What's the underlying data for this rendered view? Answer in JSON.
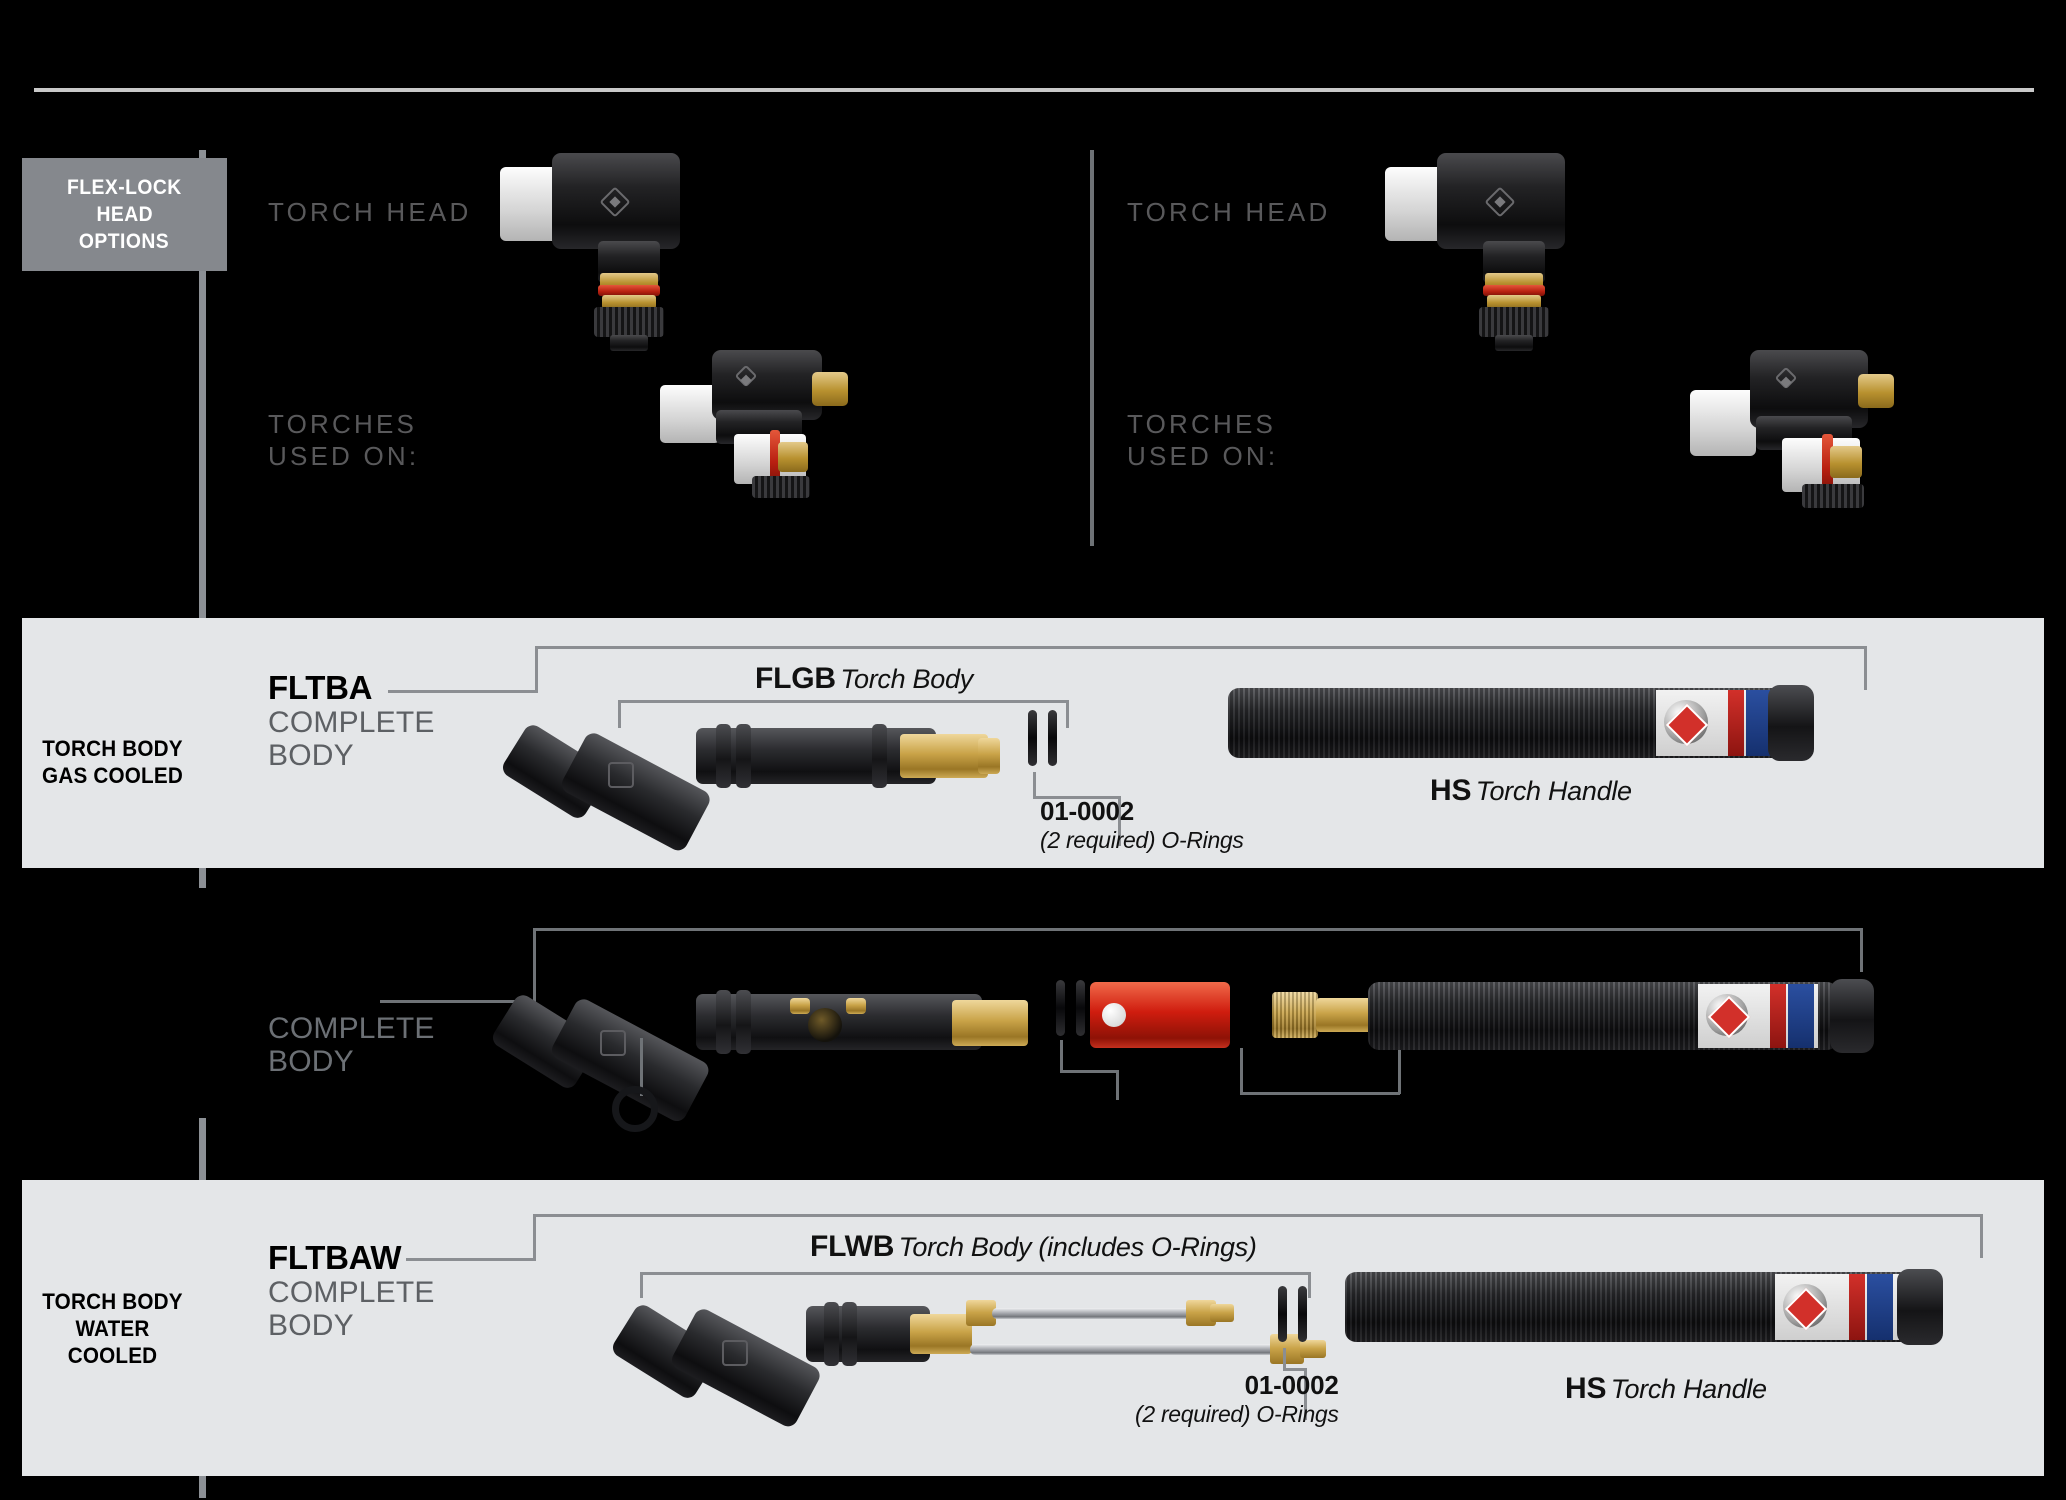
{
  "tab": {
    "line1": "FLEX-LOCK",
    "line2": "HEAD",
    "line3": "OPTIONS"
  },
  "head_options": {
    "left": {
      "torch_head_label": "TORCH HEAD",
      "torches_used_on_label": "TORCHES\nUSED ON:"
    },
    "right": {
      "torch_head_label": "TORCH HEAD",
      "torches_used_on_label": "TORCHES\nUSED ON:"
    }
  },
  "sections": [
    {
      "side_label": "TORCH BODY\nGAS COOLED",
      "body_code": "FLTBA",
      "body_sub_line1": "COMPLETE",
      "body_sub_line2": "BODY",
      "parts": [
        {
          "pn": "FLGB",
          "desc": "Torch Body"
        },
        {
          "pn": "01-0002",
          "desc": "(2 required) O-Rings"
        },
        {
          "pn": "HS",
          "desc": "Torch Handle"
        }
      ]
    },
    {
      "side_label": "",
      "body_code": "",
      "body_sub_line1": "COMPLETE",
      "body_sub_line2": "BODY",
      "parts": []
    },
    {
      "side_label": "TORCH BODY\nWATER COOLED",
      "body_code": "FLTBAW",
      "body_sub_line1": "COMPLETE",
      "body_sub_line2": "BODY",
      "parts": [
        {
          "pn": "FLWB",
          "desc": "Torch Body (includes O-Rings)"
        },
        {
          "pn": "01-0002",
          "desc": "(2 required) O-Rings"
        },
        {
          "pn": "HS",
          "desc": "Torch Handle"
        }
      ]
    }
  ],
  "colors": {
    "background": "#000000",
    "band_light": "#e4e6e8",
    "tab_gray": "#85888d",
    "rule_gray": "#c9c9c9",
    "label_gray": "#59595b",
    "leader_gray": "#8b8e92",
    "brass": "#c9a348",
    "red_insulator": "#d01d0f"
  }
}
